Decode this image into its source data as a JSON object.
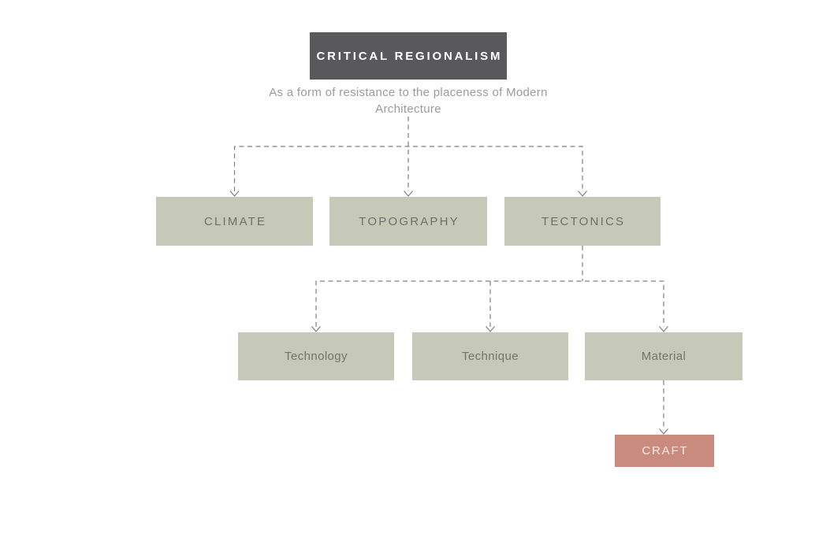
{
  "diagram": {
    "root": {
      "id": "critical-regionalism",
      "label": "CRITICAL REGIONALISM"
    },
    "subtitle": "As a form of resistance to the placeness of Modern Architecture",
    "nodes": {
      "climate": {
        "label": "CLIMATE"
      },
      "topography": {
        "label": "TOPOGRAPHY"
      },
      "tectonics": {
        "label": "TECTONICS"
      },
      "technology": {
        "label": "Technology"
      },
      "technique": {
        "label": "Technique"
      },
      "material": {
        "label": "Material"
      },
      "craft": {
        "label": "CRAFT"
      }
    },
    "edges": [
      {
        "from": "critical-regionalism",
        "to": "climate",
        "style": "dashed-arrow"
      },
      {
        "from": "critical-regionalism",
        "to": "topography",
        "style": "dashed-arrow"
      },
      {
        "from": "critical-regionalism",
        "to": "tectonics",
        "style": "dashed-arrow"
      },
      {
        "from": "tectonics",
        "to": "technology",
        "style": "dashed-arrow"
      },
      {
        "from": "tectonics",
        "to": "technique",
        "style": "dashed-arrow"
      },
      {
        "from": "tectonics",
        "to": "material",
        "style": "dashed-arrow"
      },
      {
        "from": "material",
        "to": "craft",
        "style": "dashed-arrow"
      }
    ],
    "colors": {
      "page_bg": "#ffffff",
      "root_bg": "#59595b",
      "root_text": "#ffffff",
      "node_bg": "#c7c9b8",
      "node_text": "#6e7066",
      "node2_text": "#73756c",
      "accent_bg": "#c98b7d",
      "accent_text": "#f6ece7",
      "subtitle_text": "#9b9b9b",
      "line": "#7f7f7f"
    }
  }
}
